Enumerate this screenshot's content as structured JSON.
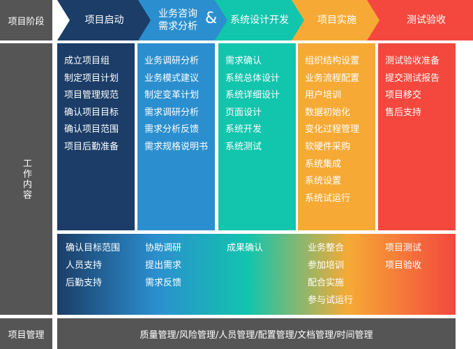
{
  "row_labels": {
    "stage": "项目阶段",
    "work": "工作内容",
    "management": "项目管理"
  },
  "phases": [
    {
      "label": "项目启动",
      "color": "#1b3d67"
    },
    {
      "label": "业务咨询\n需求分析",
      "amp": "&",
      "color": "#2b8fcf"
    },
    {
      "label": "系统设计开发",
      "color": "#12c5ad"
    },
    {
      "label": "项目实施",
      "color": "#f6aa35"
    },
    {
      "label": "测试验收",
      "color": "#f4483e"
    }
  ],
  "work_columns": [
    {
      "color": "#1b3d67",
      "items": [
        "成立项目组",
        "制定项目计划",
        "项目管理规范",
        "确认项目目标",
        "确认项目范围",
        "项目后勤准备"
      ]
    },
    {
      "color": "#2b8fcf",
      "items": [
        "业务调研分析",
        "业务模式建议",
        "制定变革计划",
        "需求调研分析",
        "需求分析反馈",
        "需求规格说明书"
      ]
    },
    {
      "color": "#12c5ad",
      "items": [
        "需求确认",
        "系统总体设计",
        "系统详细设计",
        "页面设计",
        "系统开发",
        "系统测试"
      ]
    },
    {
      "color": "#f6aa35",
      "items": [
        "组织结构设置",
        "业务流程配置",
        "用户培训",
        "数据初始化",
        "变化过程管理",
        "软硬件采购",
        "系统集成",
        "系统设置",
        "系统试运行"
      ]
    },
    {
      "color": "#f4483e",
      "items": [
        "测试验收准备",
        "提交测试报告",
        "项目移交",
        "售后支持"
      ]
    }
  ],
  "support_columns": [
    [
      "确认目标范围",
      "人员支持",
      "后勤支持"
    ],
    [
      "协助调研",
      "提出需求",
      "需求反馈"
    ],
    [
      "成果确认"
    ],
    [
      "业务整合",
      "参加培训",
      "配合实施",
      "参与试运行"
    ],
    [
      "项目测试",
      "项目验收"
    ]
  ],
  "management_text": "质量管理/风险管理/人员管理/配置管理/文档管理/时间管理"
}
